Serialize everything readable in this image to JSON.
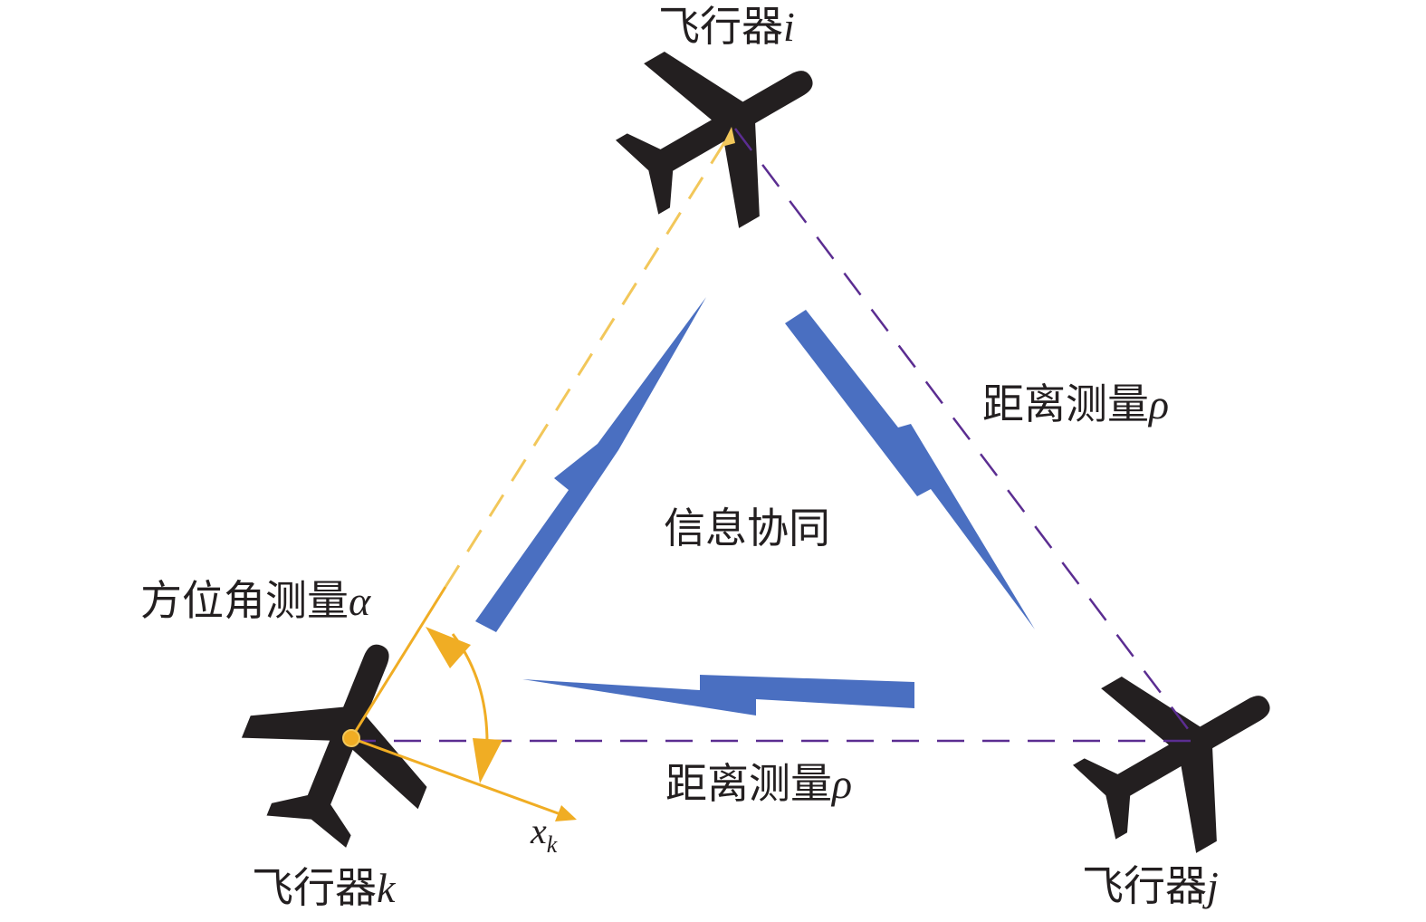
{
  "aircraft": {
    "i": {
      "label": "飞行器",
      "var": "i"
    },
    "j": {
      "label": "飞行器",
      "var": "j"
    },
    "k": {
      "label": "飞行器",
      "var": "k"
    }
  },
  "labels": {
    "center": "信息协同",
    "azimuth": "方位角测量",
    "azimuth_var": "α",
    "range_right": "距离测量",
    "range_right_var": "ρ",
    "range_bottom": "距离测量",
    "range_bottom_var": "ρ",
    "axis": "x",
    "axis_sub": "k"
  },
  "colors": {
    "plane": "#231f20",
    "link": "#4a6fc1",
    "azimuth": "#f0ad24",
    "azimuth_dashed": "#f2c75a",
    "range": "#5b2d91"
  }
}
